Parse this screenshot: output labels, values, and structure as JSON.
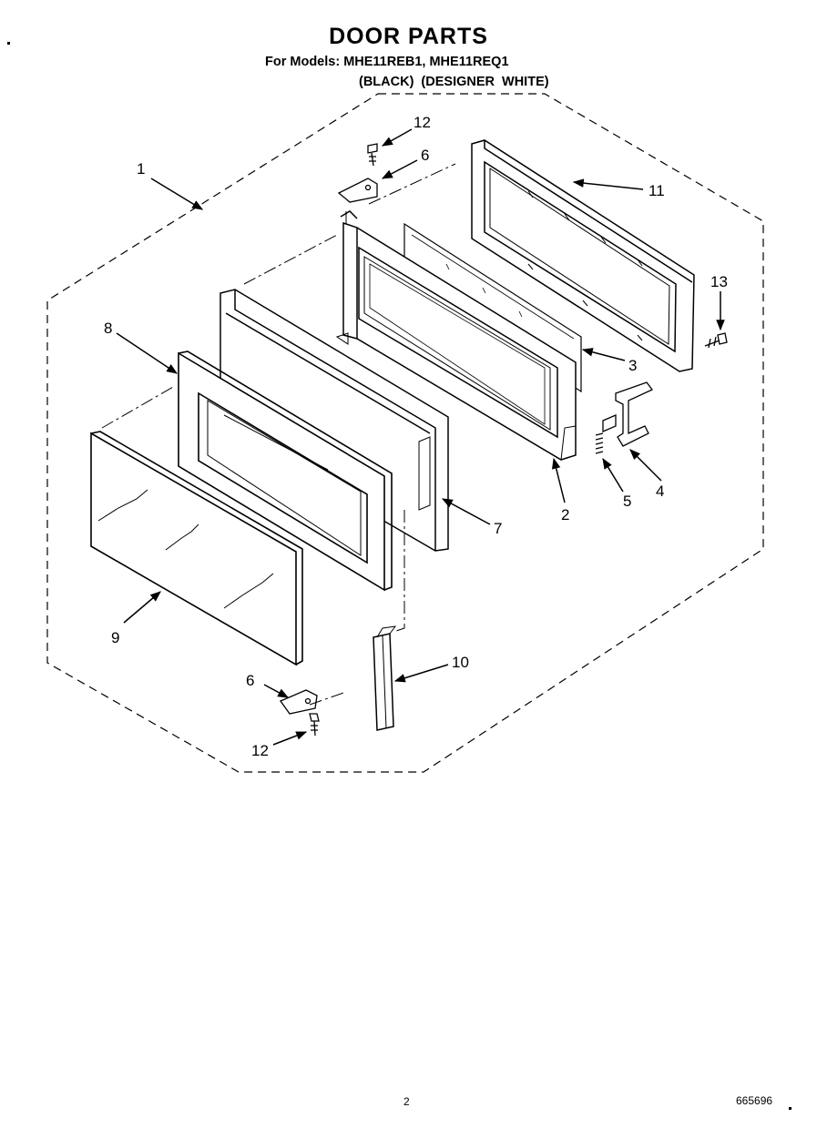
{
  "header": {
    "title": "DOOR PARTS",
    "models": "For Models: MHE11REB1, MHE11REQ1",
    "variants": "(BLACK)  (DESIGNER WHITE)"
  },
  "callouts": [
    {
      "id": "c1",
      "label": "1"
    },
    {
      "id": "c12a",
      "label": "12"
    },
    {
      "id": "c6a",
      "label": "6"
    },
    {
      "id": "c11",
      "label": "11"
    },
    {
      "id": "c13",
      "label": "13"
    },
    {
      "id": "c8",
      "label": "8"
    },
    {
      "id": "c3",
      "label": "3"
    },
    {
      "id": "c4",
      "label": "4"
    },
    {
      "id": "c5",
      "label": "5"
    },
    {
      "id": "c2",
      "label": "2"
    },
    {
      "id": "c7",
      "label": "7"
    },
    {
      "id": "c9",
      "label": "9"
    },
    {
      "id": "c10",
      "label": "10"
    },
    {
      "id": "c6b",
      "label": "6"
    },
    {
      "id": "c12b",
      "label": "12"
    }
  ],
  "footer": {
    "page_number": "2",
    "document_number": "665696"
  }
}
